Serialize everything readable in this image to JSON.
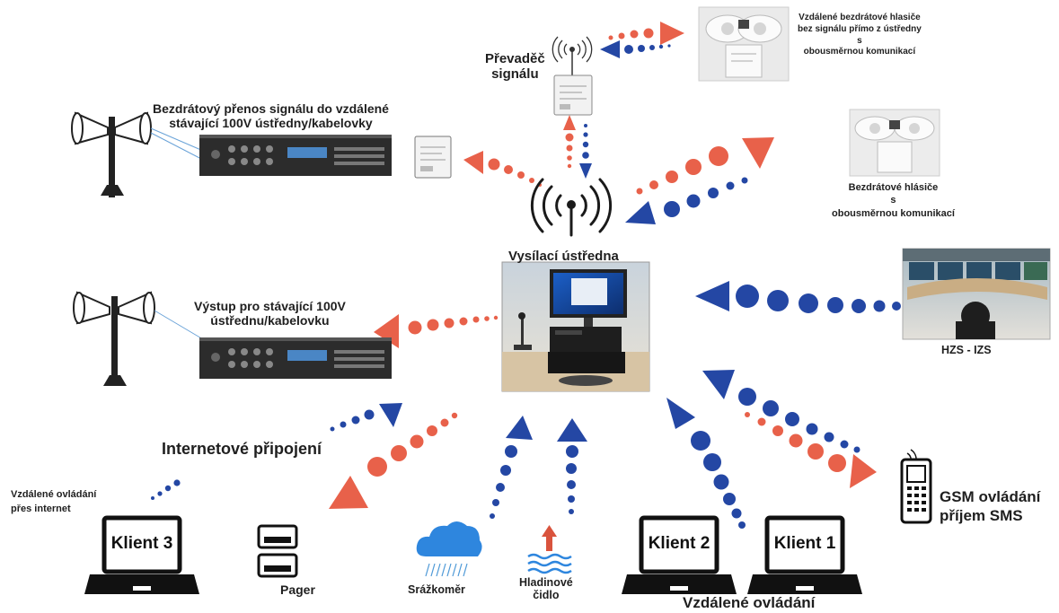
{
  "colors": {
    "red": "#e8614a",
    "blue": "#2447a4",
    "dark": "#1d1d1d",
    "panel": "#2c2c2c",
    "cloud": "#2e86de"
  },
  "labels": {
    "converter": "Převaděč\nsignálu",
    "remote_sirens_no_signal": "Vzdálené bezdrátové hlasiče\nbez signálu přímo z ústředny\ns\nobousměrnou komunikací",
    "wireless_transfer": "Bezdrátový přenos signálu do vzdálené\nstávající 100V ústředny/kabelovky",
    "wireless_sirens": "Bezdrátové hlásiče\ns\nobousměrnou komunikací",
    "central": "Vysílací ústředna",
    "output_100v": "Výstup pro stávající 100V\nústřednu/kabelovku",
    "hzs": "HZS - IZS",
    "internet": "Internetové připojení",
    "remote_internet": "Vzdálené ovládání\npřes internet",
    "client3": "Klient 3",
    "pager": "Pager",
    "rain_gauge": "Srážkoměr",
    "level_sensor": "Hladinové\nčidlo",
    "client2": "Klient 2",
    "client1": "Klient 1",
    "remote_control": "Vzdálené ovládání",
    "gsm": "GSM ovládání\npříjem SMS"
  },
  "icons": [
    "antenna-icon",
    "speaker-tower-icon",
    "amplifier-icon",
    "wireless-module-icon",
    "siren-icon",
    "laptop-icon",
    "pager-icon",
    "rain-cloud-icon",
    "water-level-icon",
    "mobile-phone-icon",
    "dispatch-room-photo",
    "central-station-photo"
  ]
}
